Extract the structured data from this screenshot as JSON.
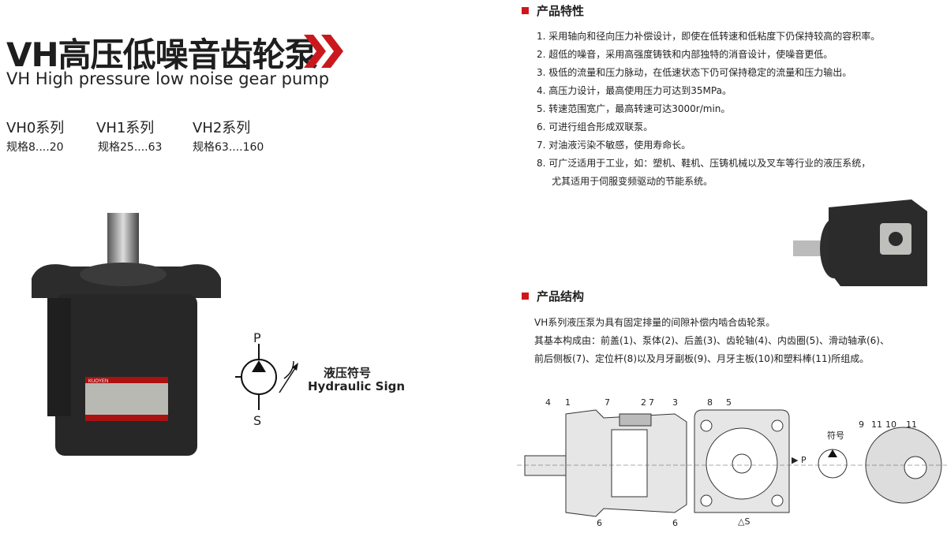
{
  "title": "VH高压低噪音齿轮泵",
  "subtitle": "VH High pressure low noise gear pump",
  "series": [
    {
      "name": "VH0系列",
      "spec": "规格8....20"
    },
    {
      "name": "VH1系列",
      "spec": "规格25....63"
    },
    {
      "name": "VH2系列",
      "spec": "规格63....160"
    }
  ],
  "hydraulic_sign": {
    "label_cn": "液压符号",
    "label_en": "Hydraulic Sign",
    "port_p": "P",
    "port_s": "S"
  },
  "features": {
    "heading": "产品特性",
    "items": [
      "1.  采用轴向和径向压力补偿设计，即使在低转速和低粘度下仍保持较高的容积率。",
      "2.  超低的噪音，采用高强度铸铁和内部独特的消音设计，使噪音更低。",
      "3.  极低的流量和压力脉动，在低速状态下仍可保持稳定的流量和压力输出。",
      "4.  高压力设计，最高使用压力可达到35MPa。",
      "5.  转速范围宽广，最高转速可达3000r/min。",
      "6.  可进行组合形成双联泵。",
      "7.  对油液污染不敏感，使用寿命长。",
      "8.  可广泛适用于工业，如：塑机、鞋机、压铸机械以及叉车等行业的液压系统，",
      "     尤其适用于伺服变频驱动的节能系统。"
    ]
  },
  "structure": {
    "heading": "产品结构",
    "lines": [
      "VH系列液压泵为具有固定排量的间隙补偿内啮合齿轮泵。",
      "其基本构成由：前盖(1)、泵体(2)、后盖(3)、齿轮轴(4)、内齿圈(5)、滑动轴承(6)、",
      "前后侧板(7)、定位杆(8)以及月牙副板(9)、月牙主板(10)和塑料棒(11)所组成。"
    ]
  },
  "diagram": {
    "labels": [
      "4",
      "1",
      "7",
      "2",
      "7",
      "3",
      "6",
      "6",
      "8",
      "5",
      "▶ P",
      "△S",
      "符号",
      "9",
      "11",
      "10",
      "11"
    ]
  },
  "nameplate": "KUOYEN",
  "colors": {
    "accent": "#d0161b",
    "text": "#222222"
  }
}
